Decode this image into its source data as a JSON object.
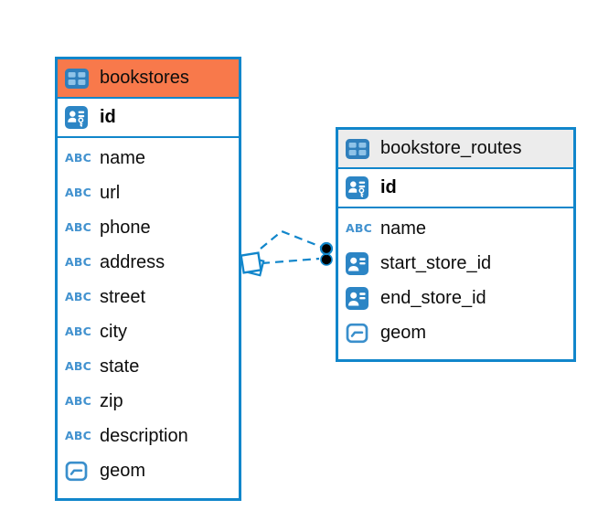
{
  "palette": {
    "border_blue": "#1186CB",
    "header_orange": "#F8794B",
    "header_gray": "#ECECEC",
    "icon_fill_blue": "#2C85C5",
    "icon_cell_light_blue": "#8FC3E8",
    "abc_blue": "#4292CF",
    "text_black": "#0D0D0D",
    "endpoint_black": "#000000",
    "card_background": "#FFFFFF"
  },
  "icons": {
    "text_type_label": "ABC"
  },
  "tables": [
    {
      "name": "bookstores",
      "header_bg": "#F8794B",
      "icon": "table-icon",
      "primary_key": {
        "name": "id",
        "icon": "primary-key-icon"
      },
      "columns": [
        {
          "name": "name",
          "icon": "text-type-icon"
        },
        {
          "name": "url",
          "icon": "text-type-icon"
        },
        {
          "name": "phone",
          "icon": "text-type-icon"
        },
        {
          "name": "address",
          "icon": "text-type-icon"
        },
        {
          "name": "street",
          "icon": "text-type-icon"
        },
        {
          "name": "city",
          "icon": "text-type-icon"
        },
        {
          "name": "state",
          "icon": "text-type-icon"
        },
        {
          "name": "zip",
          "icon": "text-type-icon"
        },
        {
          "name": "description",
          "icon": "text-type-icon"
        },
        {
          "name": "geom",
          "icon": "geometry-type-icon"
        }
      ]
    },
    {
      "name": "bookstore_routes",
      "header_bg": "#ECECEC",
      "icon": "table-icon",
      "primary_key": {
        "name": "id",
        "icon": "primary-key-icon"
      },
      "columns": [
        {
          "name": "name",
          "icon": "text-type-icon"
        },
        {
          "name": "start_store_id",
          "icon": "foreign-key-icon"
        },
        {
          "name": "end_store_id",
          "icon": "foreign-key-icon"
        },
        {
          "name": "geom",
          "icon": "geometry-type-icon"
        }
      ]
    }
  ],
  "relationship": {
    "from_table": "bookstores",
    "to_table": "bookstore_routes",
    "line_style": "dashed",
    "line_count": 2,
    "source_marker": "overlapping-squares",
    "target_marker": "double-black-dots",
    "color": "#1186CB"
  }
}
